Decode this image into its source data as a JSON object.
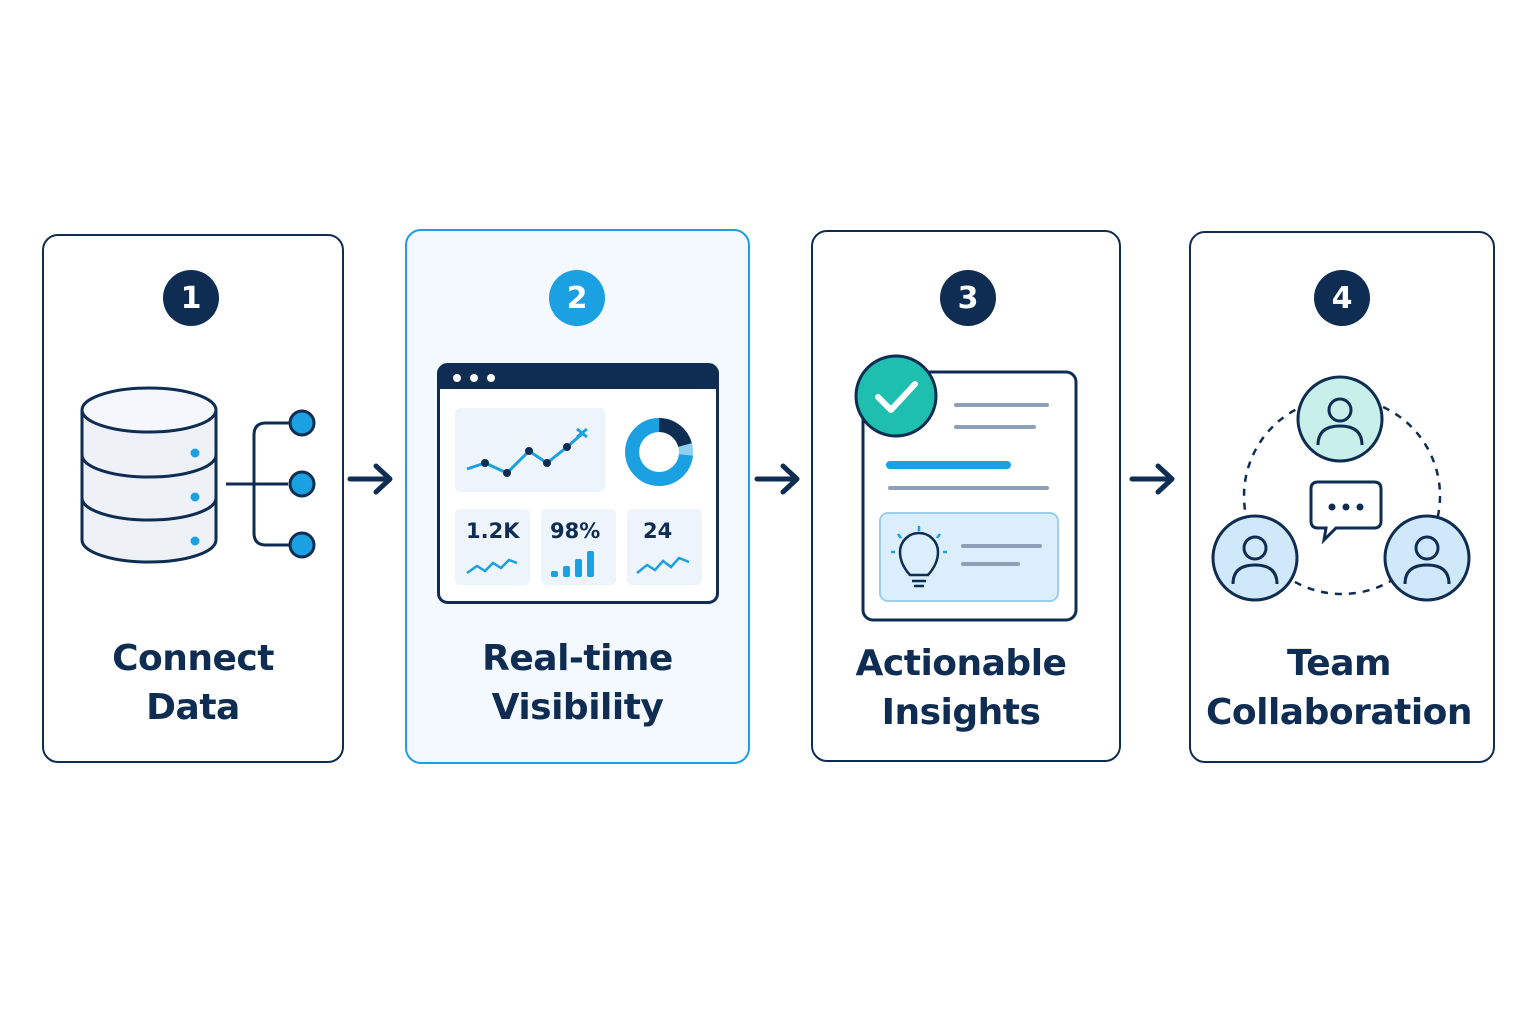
{
  "steps": [
    {
      "number": "1",
      "label_line1": "Connect",
      "label_line2": "Data"
    },
    {
      "number": "2",
      "label_line1": "Real-time",
      "label_line2": "Visibility"
    },
    {
      "number": "3",
      "label_line1": "Actionable",
      "label_line2": "Insights"
    },
    {
      "number": "4",
      "label_line1": "Team",
      "label_line2": "Collaboration"
    }
  ],
  "dashboard": {
    "metrics": [
      "1.2K",
      "98%",
      "24"
    ]
  },
  "icons": {
    "step1": "database-icon",
    "step2": "dashboard-icon",
    "step3": "insight-document-icon",
    "step4": "team-collaboration-icon",
    "connector": "arrow-right-icon"
  },
  "colors": {
    "navy": "#0f2d52",
    "accent_blue": "#1ba0e2",
    "teal": "#1fbfb0",
    "light_blue": "#d6ecfa"
  }
}
